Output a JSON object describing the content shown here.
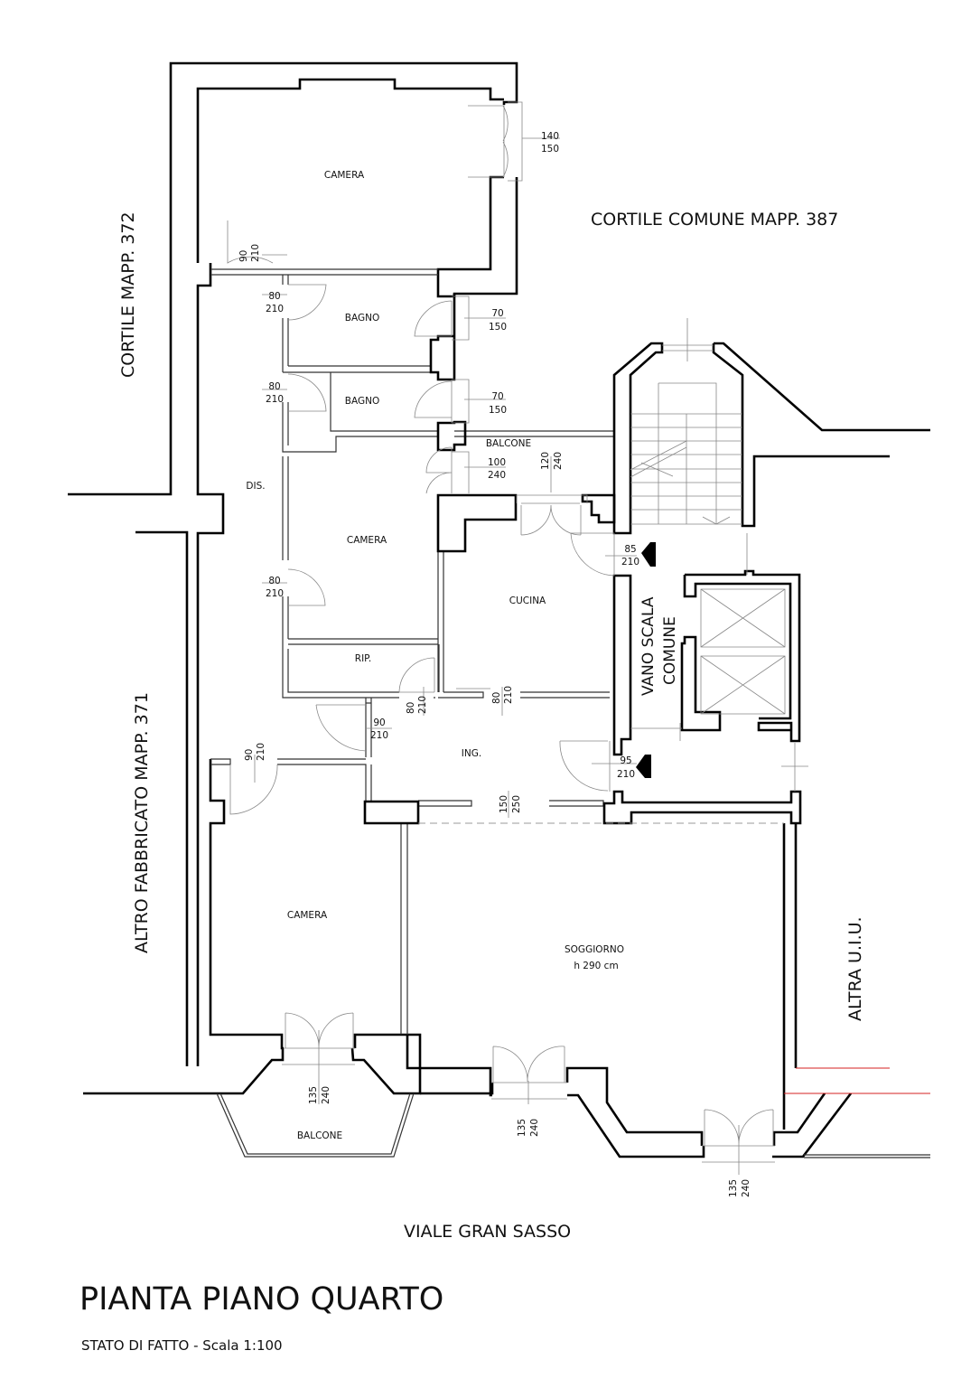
{
  "title": "PIANTA PIANO QUARTO",
  "subtitle": "STATO DI FATTO - Scala 1:100",
  "context_labels": {
    "courtyard_372": "CORTILE MAPP. 372",
    "courtyard_387": "CORTILE COMUNE MAPP. 387",
    "building_371": "ALTRO FABBRICATO MAPP. 371",
    "other_unit": "ALTRA U.I.U.",
    "street": "VIALE GRAN SASSO",
    "stairwell": [
      "VANO SCALA",
      "COMUNE"
    ]
  },
  "rooms": {
    "camera_top": "CAMERA",
    "bagno_1": "BAGNO",
    "bagno_2": "BAGNO",
    "balcone_top": "BALCONE",
    "dis": "DIS.",
    "camera_mid": "CAMERA",
    "cucina": "CUCINA",
    "rip": "RIP.",
    "ing": "ING.",
    "camera_bottom": "CAMERA",
    "soggiorno": "SOGGIORNO",
    "soggiorno_height": "h 290 cm",
    "balcone_bottom": "BALCONE"
  },
  "openings": [
    {
      "id": "camera-top-window",
      "width": "140",
      "height": "150"
    },
    {
      "id": "camera-top-door",
      "width": "90",
      "height": "210"
    },
    {
      "id": "bagno1-door",
      "width": "80",
      "height": "210"
    },
    {
      "id": "bagno1-window",
      "width": "70",
      "height": "150"
    },
    {
      "id": "bagno2-door",
      "width": "80",
      "height": "210"
    },
    {
      "id": "bagno2-window",
      "width": "70",
      "height": "150"
    },
    {
      "id": "camera-mid-balcony-door",
      "width": "100",
      "height": "240"
    },
    {
      "id": "cucina-balcony-door",
      "width": "120",
      "height": "240"
    },
    {
      "id": "stair-entrance-upper",
      "width": "85",
      "height": "210"
    },
    {
      "id": "camera-mid-door",
      "width": "80",
      "height": "210"
    },
    {
      "id": "rip-door",
      "width": "80",
      "height": "210"
    },
    {
      "id": "cucina-door",
      "width": "80",
      "height": "210"
    },
    {
      "id": "dis-door",
      "width": "90",
      "height": "210"
    },
    {
      "id": "camera-bottom-door",
      "width": "90",
      "height": "210"
    },
    {
      "id": "stair-entrance-lower",
      "width": "95",
      "height": "210"
    },
    {
      "id": "soggiorno-opening",
      "width": "150",
      "height": "250"
    },
    {
      "id": "camera-bottom-balcony-door",
      "width": "135",
      "height": "240"
    },
    {
      "id": "soggiorno-window-left",
      "width": "135",
      "height": "240"
    },
    {
      "id": "soggiorno-window-right",
      "width": "135",
      "height": "240"
    }
  ],
  "colors": {
    "wall": "#000000",
    "boundary_red": "#d42020",
    "fixtures": "#888888"
  }
}
